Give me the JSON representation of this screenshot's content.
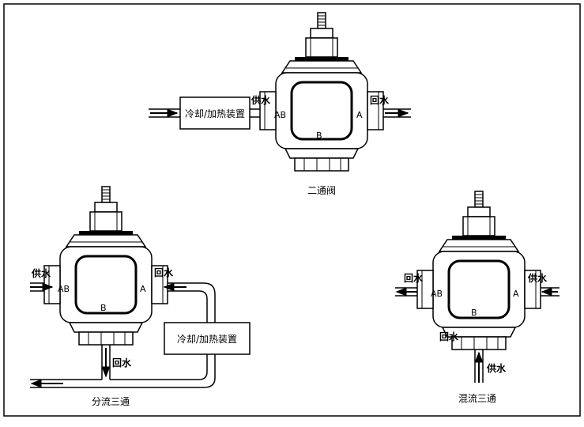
{
  "valve_two_way": {
    "device_label": "冷却/加热装置",
    "supply_label": "供水",
    "return_label": "回水",
    "port_ab": "AB",
    "port_a": "A",
    "port_b": "B",
    "caption": "二通阀"
  },
  "valve_diverting": {
    "supply_label": "供水",
    "return_label_right": "回水",
    "return_label_bottom": "回水",
    "device_label": "冷却/加热装置",
    "port_ab": "AB",
    "port_a": "A",
    "port_b": "B",
    "caption": "分流三通"
  },
  "valve_mixing": {
    "return_label_left": "回水",
    "supply_label_right": "供水",
    "return_label_bottom": "回水",
    "supply_label_bottom": "供水",
    "port_ab": "AB",
    "port_a": "A",
    "port_b": "B",
    "caption": "混流三通"
  },
  "colors": {
    "line": "#000000",
    "background": "#ffffff",
    "body_fill": "#ffffff"
  }
}
